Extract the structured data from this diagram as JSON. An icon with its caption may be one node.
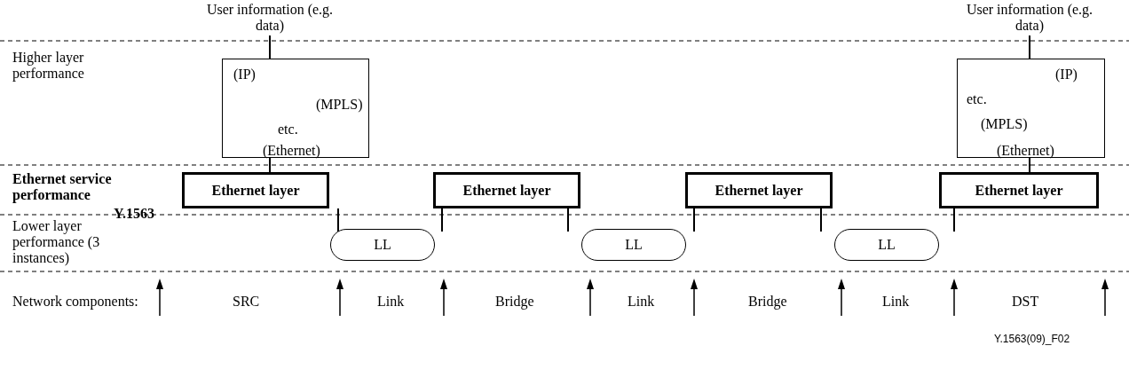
{
  "diagram": {
    "nodes": [
      {
        "text": [
          "User information (e.g. data)"
        ]
      },
      {
        "text": [
          "User information (e.g. data)"
        ]
      },
      {
        "text": [
          "(IP)",
          "(MPLS)",
          "etc.",
          "(Ethernet)"
        ]
      },
      {
        "text": [
          "(IP)",
          "etc.",
          "(MPLS)",
          "(Ethernet)"
        ]
      },
      {
        "text": [
          "Ethernet layer"
        ]
      },
      {
        "text": [
          "Ethernet layer"
        ]
      },
      {
        "text": [
          "Ethernet layer"
        ]
      },
      {
        "text": [
          "Ethernet layer"
        ]
      },
      {
        "text": [
          "LL"
        ]
      },
      {
        "text": [
          "LL"
        ]
      },
      {
        "text": [
          "LL"
        ]
      }
    ],
    "edges": [
      {
        "from": 0,
        "to": 2,
        "arrow": "none"
      },
      {
        "from": 1,
        "to": 3,
        "arrow": "none"
      },
      {
        "from": 2,
        "to": 4,
        "arrow": "none"
      },
      {
        "from": 3,
        "to": 7,
        "arrow": "none"
      },
      {
        "from": 4,
        "to": 8,
        "arrow": "none"
      },
      {
        "from": 5,
        "to": 8,
        "arrow": "none"
      },
      {
        "from": 5,
        "to": 9,
        "arrow": "none"
      },
      {
        "from": 6,
        "to": 9,
        "arrow": "none"
      },
      {
        "from": 6,
        "to": 10,
        "arrow": "none"
      },
      {
        "from": 7,
        "to": 10,
        "arrow": "none"
      }
    ],
    "labels": [
      "Higher layer performance",
      "Ethernet service performance",
      "Y.1563",
      "Lower layer performance (3 instances)",
      "Network components:",
      "SRC",
      "Link",
      "Bridge",
      "Link",
      "Bridge",
      "Link",
      "DST",
      "Y.1563(09)_F02"
    ]
  }
}
